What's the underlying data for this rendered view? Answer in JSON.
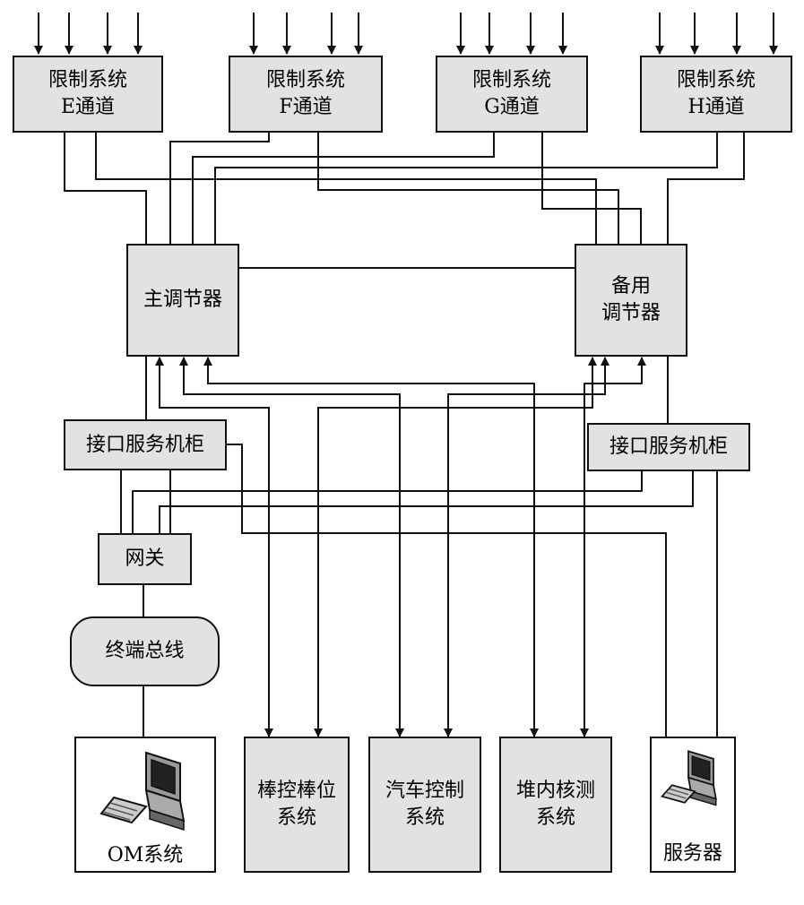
{
  "limit_channels": [
    {
      "name": "限制系统",
      "channel": "E通道"
    },
    {
      "name": "限制系统",
      "channel": "F通道"
    },
    {
      "name": "限制系统",
      "channel": "G通道"
    },
    {
      "name": "限制系统",
      "channel": "H通道"
    }
  ],
  "main_regulator": "主调节器",
  "backup_regulator": {
    "line1": "备用",
    "line2": "调节器"
  },
  "interface_cabinet_left": "接口服务机柜",
  "interface_cabinet_right": "接口服务机柜",
  "gateway": "网关",
  "terminal_bus": "终端总线",
  "om_system": "OM系统",
  "rod_control": {
    "line1": "棒控棒位",
    "line2": "系统"
  },
  "turbine_control": {
    "line1": "汽车控制",
    "line2": "系统"
  },
  "incore_measurement": {
    "line1": "堆内核测",
    "line2": "系统"
  },
  "server": "服务器",
  "icons": {
    "om_computer": "computer-icon",
    "server_computer": "computer-icon"
  }
}
